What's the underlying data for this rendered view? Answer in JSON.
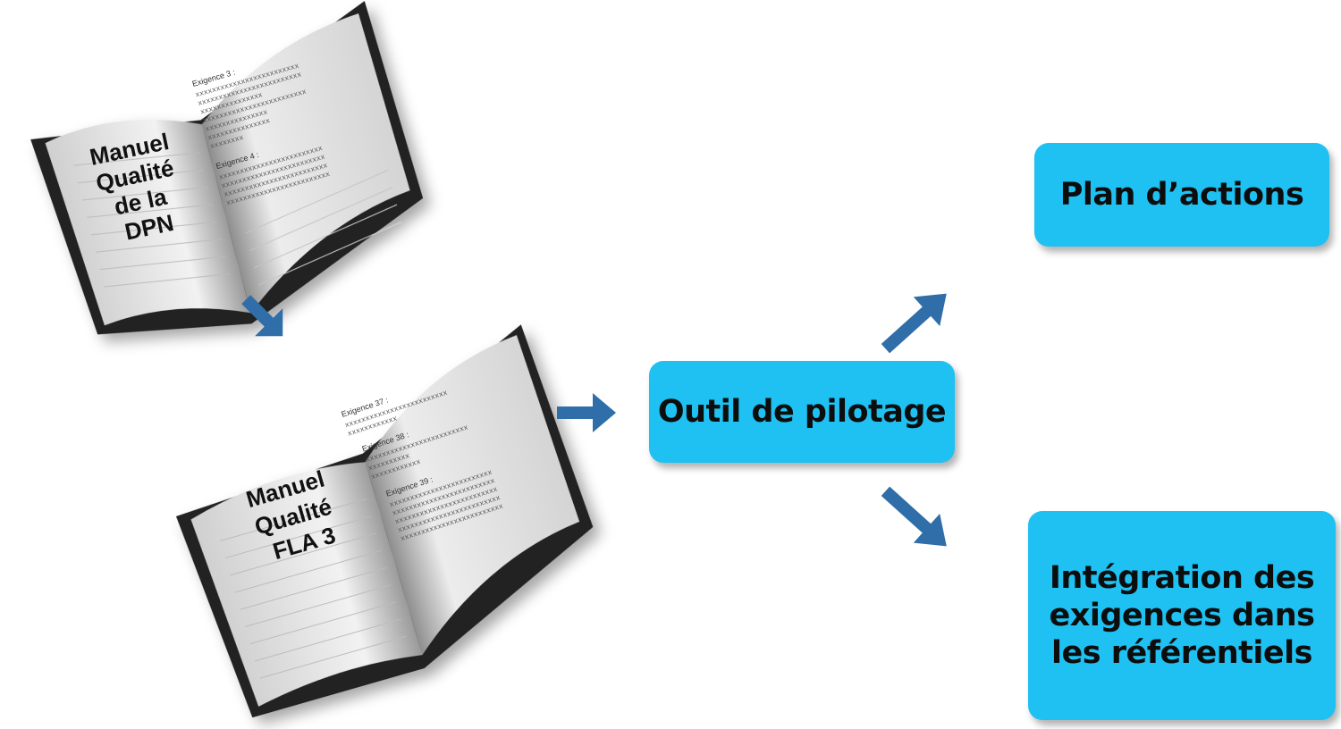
{
  "book1": {
    "title_lines": [
      "Manuel",
      "Qualité",
      "de la",
      "DPN"
    ],
    "requirements": [
      {
        "label": "Exigence 3 :",
        "lines": [
          "xxxxxxxxxxxxxxxxxxxxxxxxx",
          "xxxxxxxxxxxxxxxxxxxxxxxxx",
          "xxxxxxxxxxxxxxx",
          "xxxxxxxxxxxxxxxxxxxxxxxxx",
          "xxxxxxxxxxxxxxx",
          "xxxxxxxxxxxxxxx",
          "xxxxxxxx"
        ]
      },
      {
        "label": "Exigence 4 :",
        "lines": [
          "xxxxxxxxxxxxxxxxxxxxxxxxx",
          "xxxxxxxxxxxxxxxxxxxxxxxxx",
          "xxxxxxxxxxxxxxxxxxxxxxxxx",
          "xxxxxxxxxxxxxxxxxxxxxxxxx"
        ]
      }
    ]
  },
  "book2": {
    "title_lines": [
      "Manuel",
      "Qualité",
      "FLA 3"
    ],
    "requirements": [
      {
        "label": "Exigence 37 :",
        "lines": [
          "xxxxxxxxxxxxxxxxxxxxxxxxx",
          "xxxxxxxxxxxx"
        ]
      },
      {
        "label": "Exigence 38 :",
        "lines": [
          "xxxxxxxxxxxxxxxxxxxxxxxxx",
          "xxxxxxxxxx",
          "xxxxxxxxxxxx"
        ]
      },
      {
        "label": "Exigence 39 :",
        "lines": [
          "xxxxxxxxxxxxxxxxxxxxxxxxx",
          "xxxxxxxxxxxxxxxxxxxxxxxxx",
          "xxxxxxxxxxxxxxxxxxxxxxxxx",
          "xxxxxxxxxxxxxxxxxxxxxxxxx",
          "xxxxxxxxxxxxxxxxxxxxxxxxx"
        ]
      }
    ]
  },
  "boxes": {
    "pilotage": "Outil de pilotage",
    "plan": "Plan d’actions",
    "integration": "Intégration des exigences dans les référentiels"
  },
  "colors": {
    "box_fill": "#1ec1f2",
    "arrow": "#2f6ea8"
  }
}
